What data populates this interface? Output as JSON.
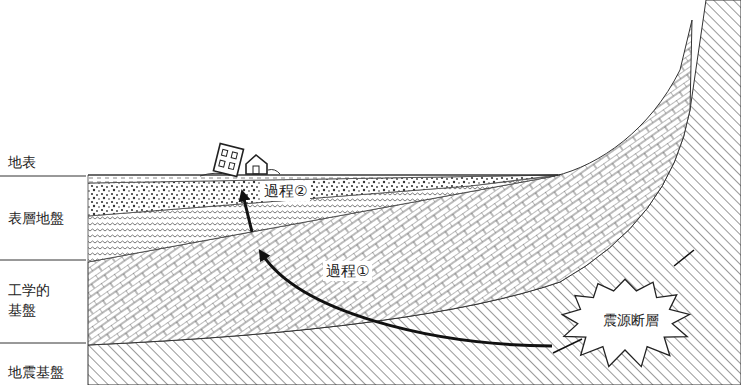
{
  "diagram": {
    "nodes": [
      {
        "text": [
          "震源断層"
        ]
      }
    ],
    "labels": [
      "地表",
      "表層地盤",
      "工学的基盤",
      "地震基盤",
      "過程②",
      "過程①"
    ]
  }
}
